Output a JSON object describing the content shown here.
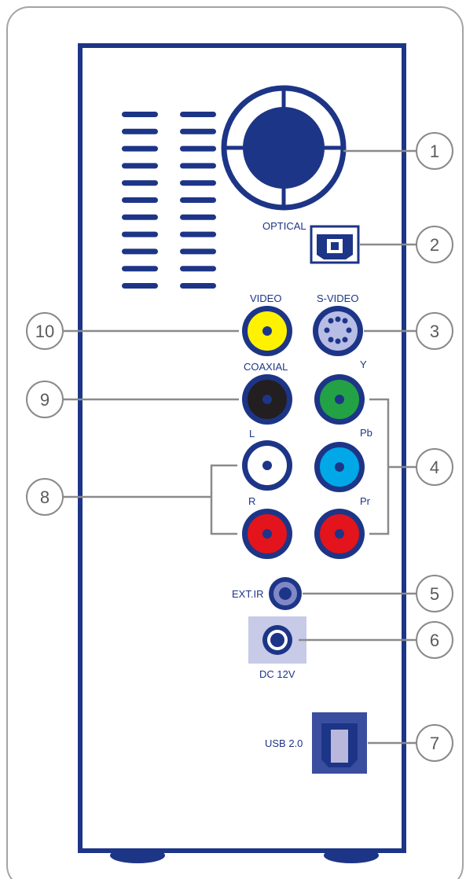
{
  "labels": {
    "optical": "OPTICAL",
    "video": "VIDEO",
    "svideo": "S-VIDEO",
    "coaxial": "COAXIAL",
    "y": "Y",
    "pb": "Pb",
    "pr": "Pr",
    "l": "L",
    "r": "R",
    "extir": "EXT.IR",
    "dc": "DC 12V",
    "usb": "USB 2.0"
  },
  "callouts": [
    "1",
    "2",
    "3",
    "4",
    "5",
    "6",
    "7",
    "8",
    "9",
    "10"
  ],
  "colors": {
    "outline_navy": "#1d3587",
    "video_yellow": "#fff200",
    "coaxial_black": "#231f20",
    "y_green": "#22a244",
    "pb_cyan": "#00a8e8",
    "pr_red": "#e3141b",
    "l_white": "#ffffff",
    "r_red": "#e3141b",
    "svideo_lavender": "#b8bde6",
    "extir_lavender": "#8088c8",
    "dc_panel": "#c7cbe8",
    "usb_outer": "#3a4ea0",
    "usb_inner": "#b9b8dc",
    "frame_gray": "#9a9a9a"
  }
}
